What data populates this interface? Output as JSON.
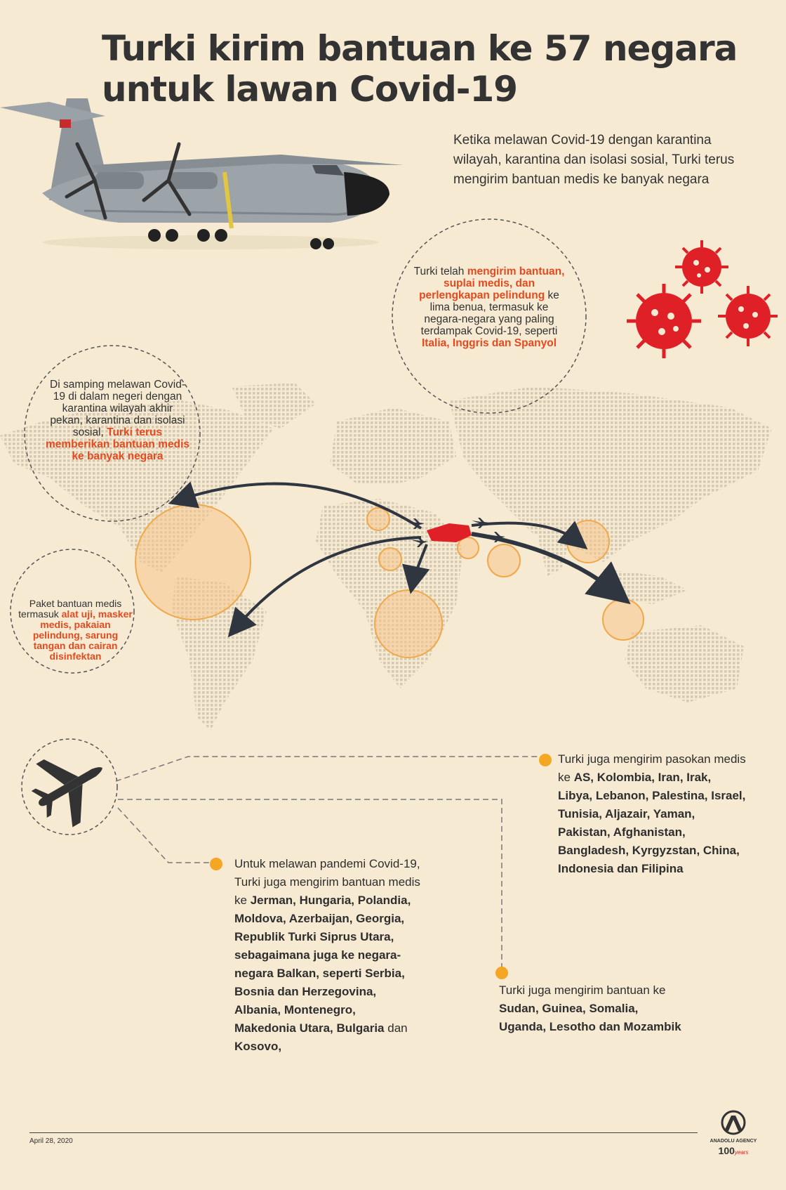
{
  "title": {
    "line1": "Turki kirim bantuan ke 57 negara",
    "line2": "untuk lawan Covid-19"
  },
  "intro": "Ketika melawan Covid-19 dengan karantina wilayah, karantina dan isolasi sosial, Turki terus mengirim bantuan medis ke banyak negara",
  "bubble_top": {
    "t1": "Turki telah ",
    "h1": "mengirim bantuan, suplai medis, dan perlengkapan pelindung",
    "t2": " ke lima benua, termasuk ke negara-negara yang paling terdampak Covid-19, seperti ",
    "h2": "Italia, Inggris dan Spanyol"
  },
  "bubble_left": {
    "t1": "Di samping melawan Covid-19 di dalam negeri dengan karantina wilayah akhir pekan, karantina dan isolasi sosial, ",
    "h1": "Turki terus memberikan bantuan medis ke banyak negara"
  },
  "bubble_bottom": {
    "t1": "Paket bantuan medis termasuk ",
    "h1": "alat uji, masker medis, pakaian pelindung,",
    "t2": " ",
    "h2": "sarung tangan dan cairan disinfektan"
  },
  "list_right": {
    "t1": "Turki juga mengirim pasokan medis ke ",
    "b1": "AS, Kolombia, Iran, Irak, Libya, Lebanon, Palestina, Israel, Tunisia, Aljazair, Yaman, Pakistan, Afghanistan, Bangladesh, Kyrgyzstan, China, Indonesia",
    "t2": " ",
    "b2": "dan Filipina"
  },
  "list_left": {
    "t1": "Untuk melawan pandemi Covid-19, Turki juga mengirim bantuan medis ke ",
    "b1": "Jerman, Hungaria, Polandia, Moldova, Azerbaijan, Georgia, Republik Turki Siprus Utara, sebagaimana juga ke negara-negara Balkan, seperti Serbia, Bosnia dan Herzegovina, Albania, Montenegro, Makedonia Utara, Bulgaria",
    "t2": " dan ",
    "b2": "Kosovo,"
  },
  "list_bottom": {
    "t1": "Turki juga mengirim bantuan ke ",
    "b1": "Sudan, Guinea, Somalia, Uganda, Lesotho dan Mozambik"
  },
  "footer": {
    "date": "April 28, 2020",
    "agency": "ANADOLU AGENCY",
    "years_num": "100",
    "years_word": "years"
  },
  "colors": {
    "background": "#f6ead2",
    "highlight": "#e54a1f",
    "virus": "#e02027",
    "bullet": "#f5a623",
    "circle_fill": "#f7c48a",
    "map_dots": "#d8cdb7",
    "turkey": "#e02027",
    "arrow": "#2f3640"
  },
  "icons": [
    "airplane-photo",
    "virus-icon",
    "airplane-icon",
    "anadolu-logo"
  ]
}
